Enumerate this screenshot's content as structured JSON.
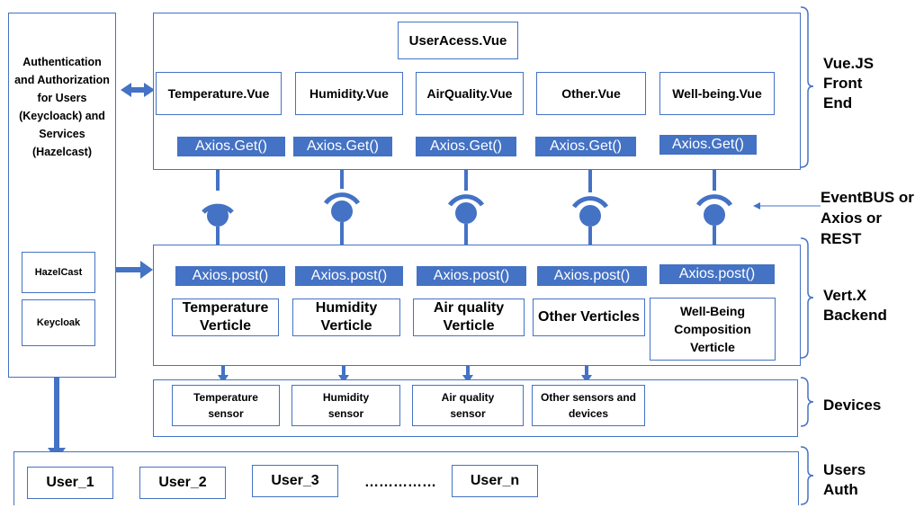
{
  "auth_panel": {
    "title": "Authentication and Authorization for Users (Keycloack) and Services (Hazelcast)",
    "hazelcast": "HazelCast",
    "keycloak": "Keycloak"
  },
  "frontend": {
    "user_access": "UserAcess.Vue",
    "components": [
      "Temperature.Vue",
      "Humidity.Vue",
      "AirQuality.Vue",
      "Other.Vue",
      "Well-being.Vue"
    ],
    "axios_get": [
      "Axios.Get()",
      "Axios.Get()",
      "Axios.Get()",
      "Axios.Get()",
      "Axios.Get()"
    ]
  },
  "backend": {
    "axios_post": [
      "Axios.post()",
      "Axios.post()",
      "Axios.post()",
      "Axios.post()",
      "Axios.post()"
    ],
    "verticles": [
      "Temperature Verticle",
      "Humidity Verticle",
      "Air quality Verticle",
      "Other Verticles",
      "Well-Being Composition Verticle"
    ]
  },
  "devices": [
    "Temperature sensor",
    "Humidity sensor",
    "Air quality sensor",
    "Other sensors and devices"
  ],
  "users": [
    "User_1",
    "User_2",
    "User_3",
    "……………",
    "User_n"
  ],
  "side_labels": {
    "frontend": "Vue.JS Front End",
    "bus": "EventBUS or Axios or REST",
    "backend": "Vert.X Backend",
    "devices": "Devices",
    "users": "Users Auth"
  },
  "colors": {
    "accent": "#4472c4"
  }
}
